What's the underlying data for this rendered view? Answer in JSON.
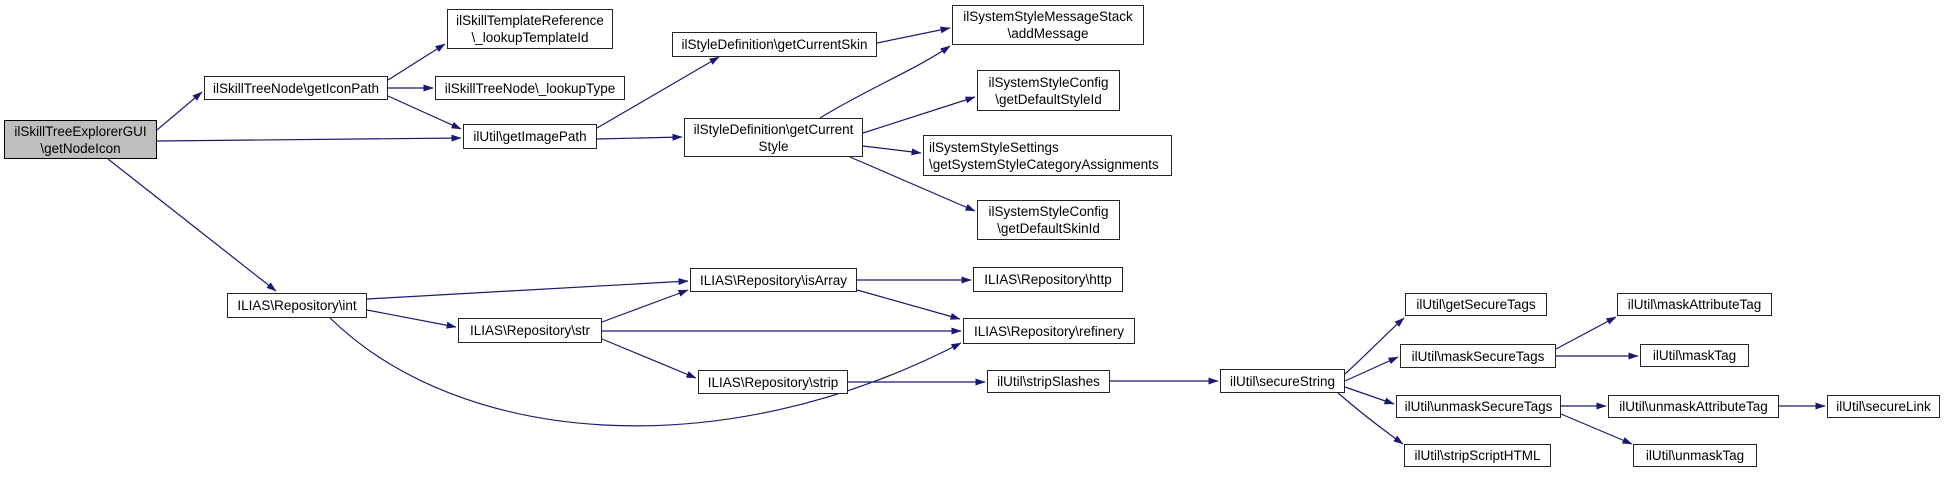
{
  "colors": {
    "edge": "#191970",
    "node_border": "#242424",
    "node_fill": "#ffffff",
    "root_fill": "#bebebe",
    "text": "#000000",
    "background": "#ffffff"
  },
  "diagram": {
    "type": "call-graph",
    "nodes": [
      {
        "id": "getNodeIcon",
        "label": "ilSkillTreeExplorerGUI\n\\getNodeIcon"
      },
      {
        "id": "getIconPath",
        "label": "ilSkillTreeNode\\getIconPath"
      },
      {
        "id": "lookupTemplateId",
        "label": "ilSkillTemplateReference\n\\_lookupTemplateId"
      },
      {
        "id": "lookupType",
        "label": "ilSkillTreeNode\\_lookupType"
      },
      {
        "id": "getImagePath",
        "label": "ilUtil\\getImagePath"
      },
      {
        "id": "getCurrentSkin",
        "label": "ilStyleDefinition\\getCurrentSkin"
      },
      {
        "id": "getCurrentStyle",
        "label": "ilStyleDefinition\\getCurrent\nStyle"
      },
      {
        "id": "addMessage",
        "label": "ilSystemStyleMessageStack\n\\addMessage"
      },
      {
        "id": "getDefaultStyleId",
        "label": "ilSystemStyleConfig\n\\getDefaultStyleId"
      },
      {
        "id": "getSystemStyleCategoryAssignments",
        "label": "ilSystemStyleSettings\n\\getSystemStyleCategoryAssignments"
      },
      {
        "id": "getDefaultSkinId",
        "label": "ilSystemStyleConfig\n\\getDefaultSkinId"
      },
      {
        "id": "int",
        "label": "ILIAS\\Repository\\int"
      },
      {
        "id": "str",
        "label": "ILIAS\\Repository\\str"
      },
      {
        "id": "isArray",
        "label": "ILIAS\\Repository\\isArray"
      },
      {
        "id": "strip",
        "label": "ILIAS\\Repository\\strip"
      },
      {
        "id": "http",
        "label": "ILIAS\\Repository\\http"
      },
      {
        "id": "refinery",
        "label": "ILIAS\\Repository\\refinery"
      },
      {
        "id": "stripSlashes",
        "label": "ilUtil\\stripSlashes"
      },
      {
        "id": "secureString",
        "label": "ilUtil\\secureString"
      },
      {
        "id": "getSecureTags",
        "label": "ilUtil\\getSecureTags"
      },
      {
        "id": "maskSecureTags",
        "label": "ilUtil\\maskSecureTags"
      },
      {
        "id": "unmaskSecureTags",
        "label": "ilUtil\\unmaskSecureTags"
      },
      {
        "id": "stripScriptHTML",
        "label": "ilUtil\\stripScriptHTML"
      },
      {
        "id": "maskAttributeTag",
        "label": "ilUtil\\maskAttributeTag"
      },
      {
        "id": "maskTag",
        "label": "ilUtil\\maskTag"
      },
      {
        "id": "unmaskAttributeTag",
        "label": "ilUtil\\unmaskAttributeTag"
      },
      {
        "id": "unmaskTag",
        "label": "ilUtil\\unmaskTag"
      },
      {
        "id": "secureLink",
        "label": "ilUtil\\secureLink"
      }
    ],
    "edges": [
      {
        "from": "getNodeIcon",
        "to": "getIconPath"
      },
      {
        "from": "getNodeIcon",
        "to": "getImagePath"
      },
      {
        "from": "getNodeIcon",
        "to": "int"
      },
      {
        "from": "getIconPath",
        "to": "lookupTemplateId"
      },
      {
        "from": "getIconPath",
        "to": "lookupType"
      },
      {
        "from": "getIconPath",
        "to": "getImagePath"
      },
      {
        "from": "getImagePath",
        "to": "getCurrentSkin"
      },
      {
        "from": "getImagePath",
        "to": "getCurrentStyle"
      },
      {
        "from": "getCurrentSkin",
        "to": "addMessage"
      },
      {
        "from": "getCurrentStyle",
        "to": "addMessage"
      },
      {
        "from": "getCurrentStyle",
        "to": "getDefaultStyleId"
      },
      {
        "from": "getCurrentStyle",
        "to": "getSystemStyleCategoryAssignments"
      },
      {
        "from": "getCurrentStyle",
        "to": "getDefaultSkinId"
      },
      {
        "from": "int",
        "to": "isArray"
      },
      {
        "from": "int",
        "to": "str"
      },
      {
        "from": "int",
        "to": "refinery"
      },
      {
        "from": "str",
        "to": "isArray"
      },
      {
        "from": "str",
        "to": "refinery"
      },
      {
        "from": "str",
        "to": "strip"
      },
      {
        "from": "isArray",
        "to": "http"
      },
      {
        "from": "isArray",
        "to": "refinery"
      },
      {
        "from": "strip",
        "to": "stripSlashes"
      },
      {
        "from": "stripSlashes",
        "to": "secureString"
      },
      {
        "from": "secureString",
        "to": "getSecureTags"
      },
      {
        "from": "secureString",
        "to": "maskSecureTags"
      },
      {
        "from": "secureString",
        "to": "unmaskSecureTags"
      },
      {
        "from": "secureString",
        "to": "stripScriptHTML"
      },
      {
        "from": "maskSecureTags",
        "to": "maskAttributeTag"
      },
      {
        "from": "maskSecureTags",
        "to": "maskTag"
      },
      {
        "from": "unmaskSecureTags",
        "to": "unmaskAttributeTag"
      },
      {
        "from": "unmaskSecureTags",
        "to": "unmaskTag"
      },
      {
        "from": "unmaskAttributeTag",
        "to": "secureLink"
      }
    ]
  }
}
